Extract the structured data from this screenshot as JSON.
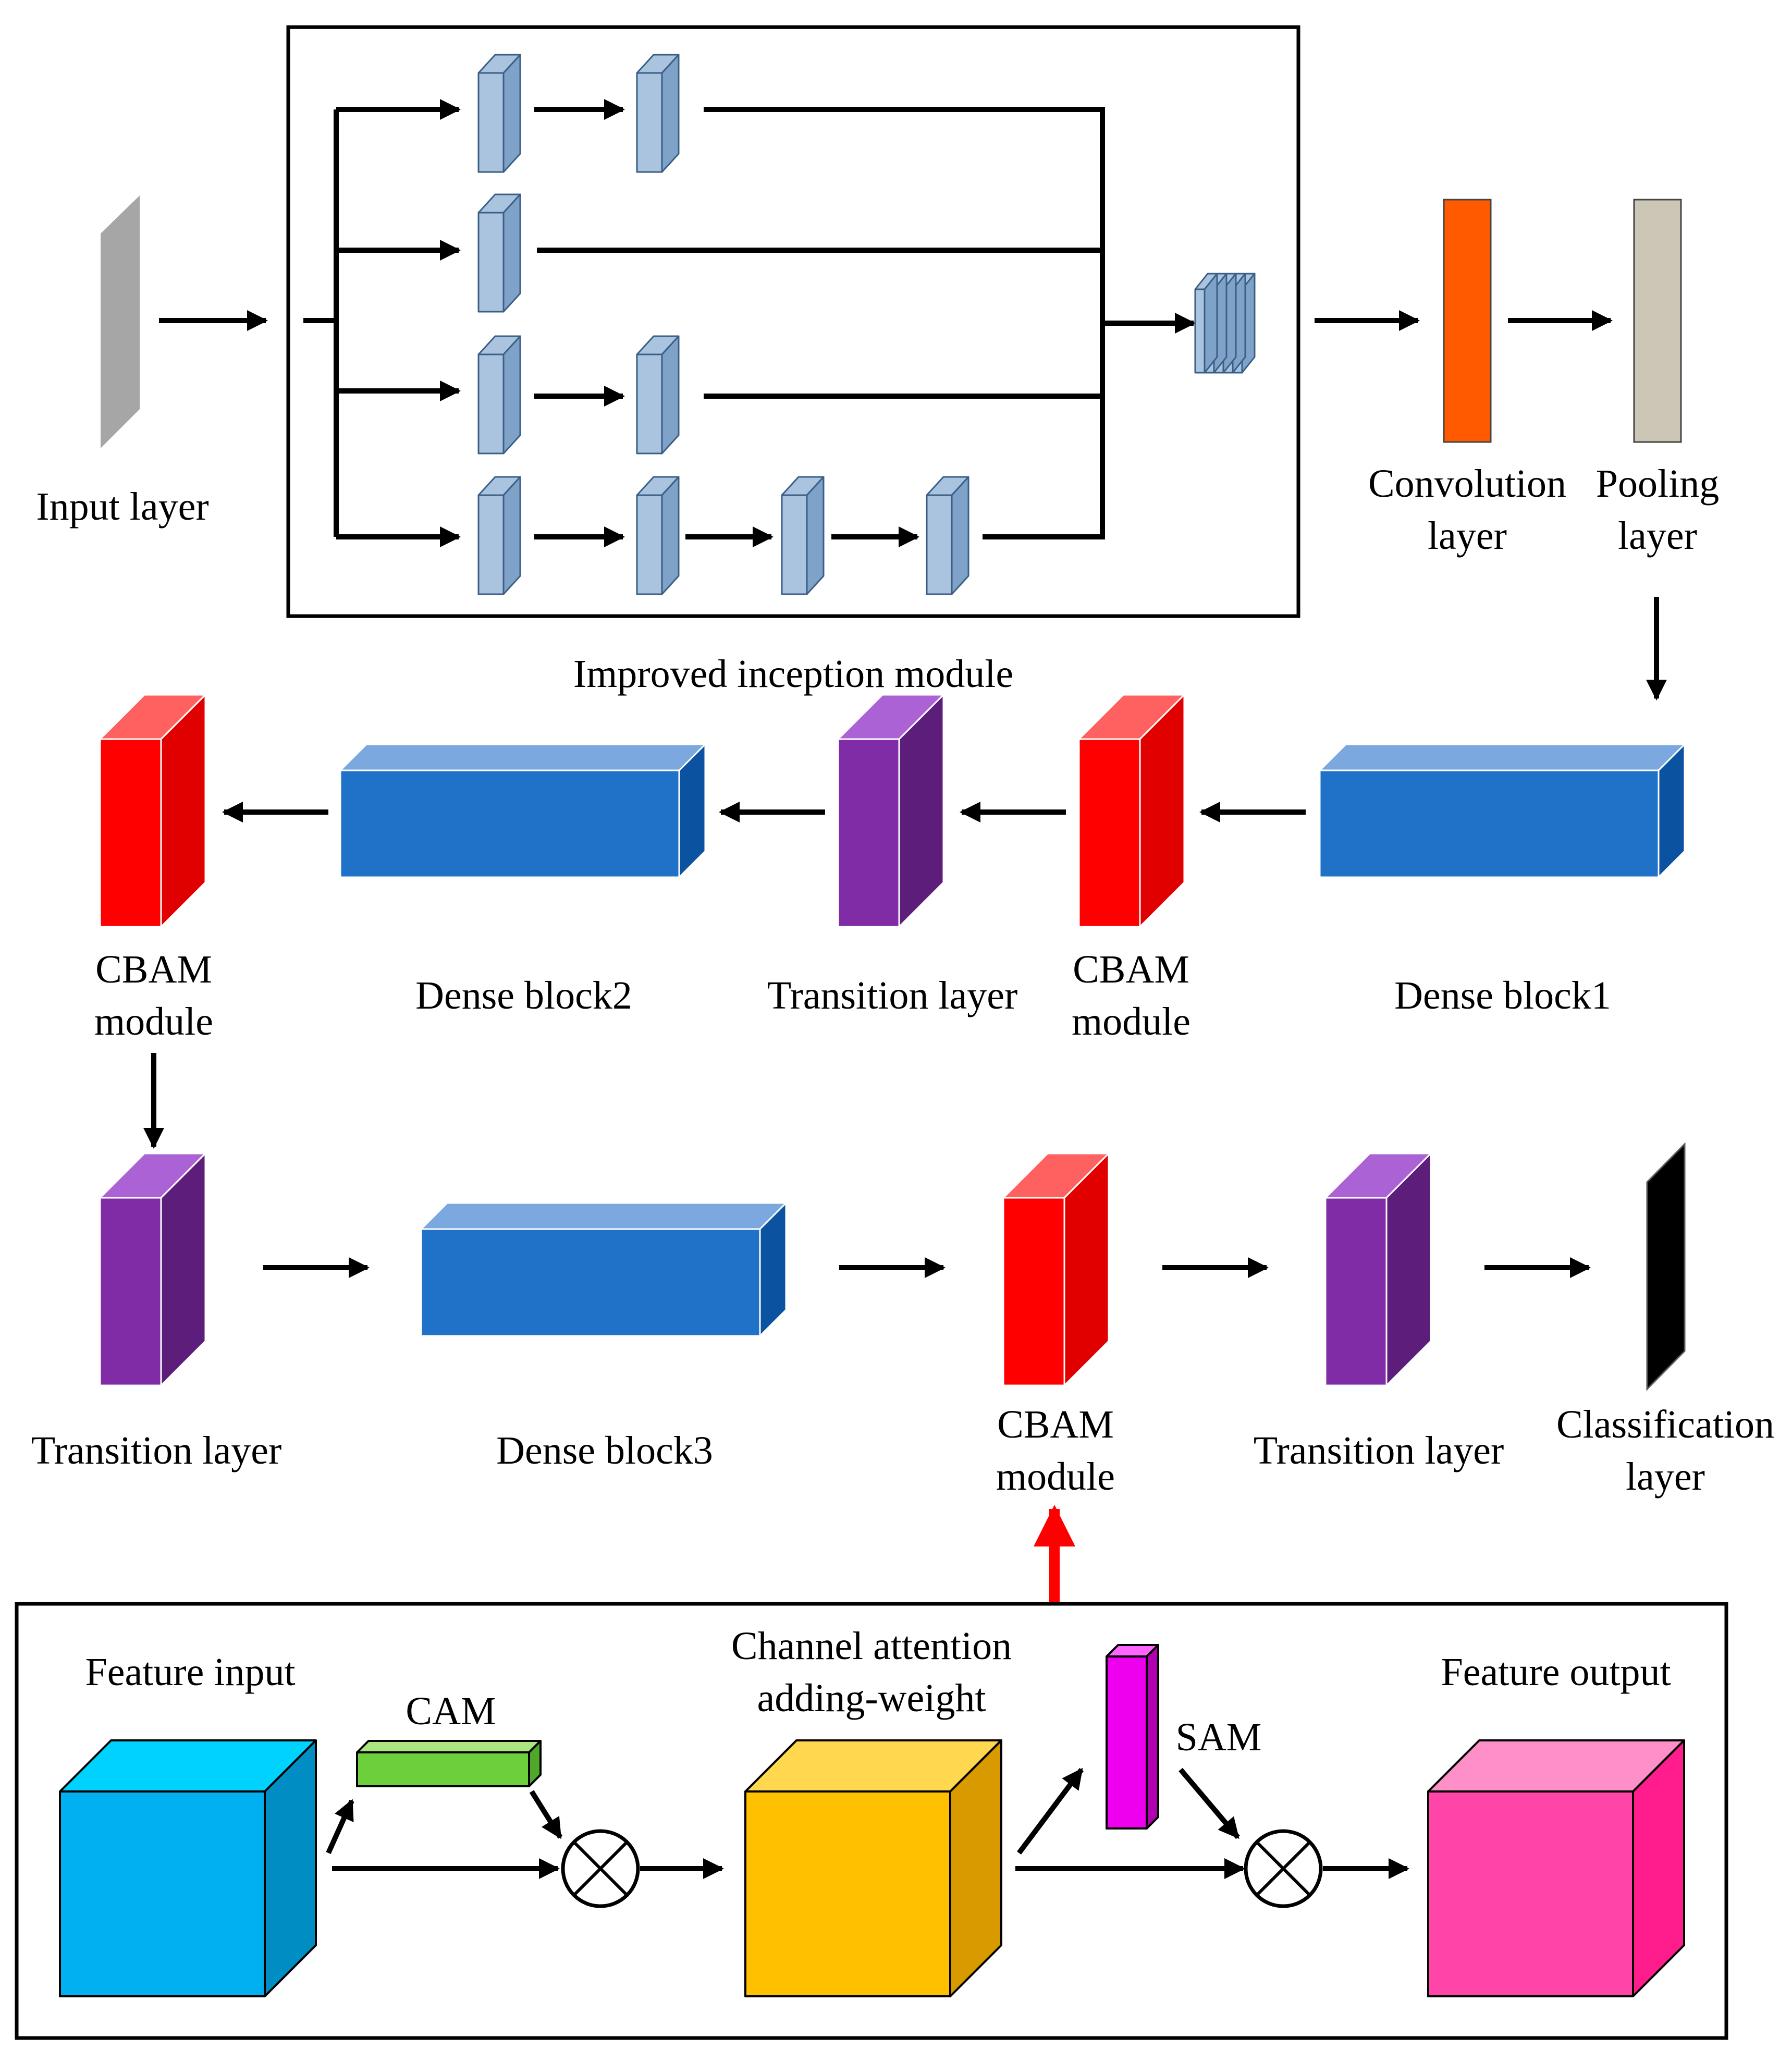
{
  "labels": {
    "input_layer": "Input layer",
    "inception_module": "Improved inception module",
    "convolution_layer": [
      "Convolution",
      "layer"
    ],
    "pooling_layer": [
      "Pooling",
      "layer"
    ],
    "dense_block1": "Dense block1",
    "dense_block2": "Dense block2",
    "dense_block3": "Dense block3",
    "cbam_module": [
      "CBAM",
      "module"
    ],
    "transition_layer": "Transition layer",
    "classification_layer": [
      "Classification",
      "layer"
    ],
    "feature_input": "Feature input",
    "cam": "CAM",
    "channel_attention": [
      "Channel attention",
      "adding-weight"
    ],
    "sam": "SAM",
    "feature_output": "Feature output"
  },
  "colors": {
    "input_layer": "#a6a6a6",
    "inception_block": "#aac4df",
    "inception_block_side": "#7fa2c9",
    "convolution": "#ff5a00",
    "pooling": "#ccc6b6",
    "dense_front": "#1f72c8",
    "dense_top": "#7ba9df",
    "dense_side": "#0b52a0",
    "cbam_front": "#ff0000",
    "cbam_top": "#ff6060",
    "cbam_side": "#e00000",
    "transition_front": "#7f2ca6",
    "transition_top": "#ab62d4",
    "transition_side": "#5c1e7a",
    "classification": "#000000",
    "feature_input_front": "#00b0f0",
    "feature_input_top": "#00d2ff",
    "feature_input_side": "#008dc4",
    "cam_front": "#6ecf3c",
    "cam_top": "#a9e67f",
    "cam_side": "#4fa82a",
    "channel_front": "#ffc000",
    "channel_top": "#ffd850",
    "channel_side": "#d99a00",
    "sam_front": "#ee00ee",
    "sam_top": "#ff66ff",
    "sam_side": "#b000b0",
    "output_front": "#ff46a8",
    "output_top": "#ff8fc9",
    "output_side": "#ff1d8e",
    "highlight_arrow": "#ff0000"
  },
  "icons": {
    "multiply": "circled-times-icon",
    "arrow": "arrow-right-icon"
  }
}
